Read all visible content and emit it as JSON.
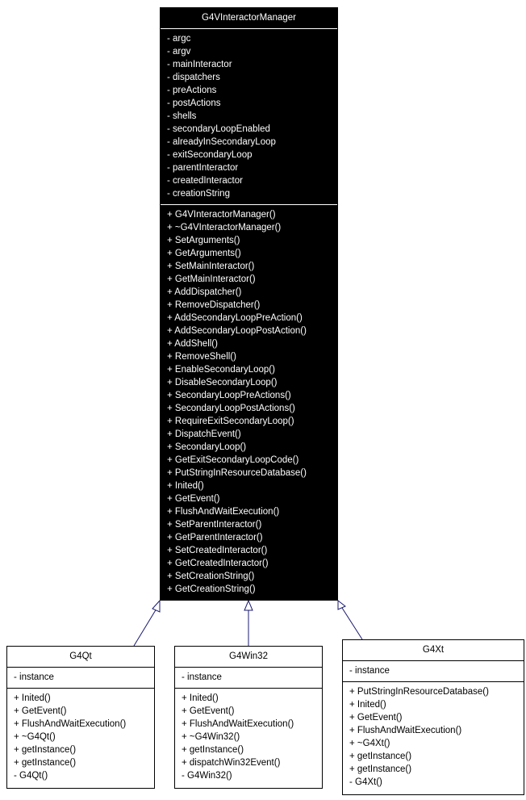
{
  "base": {
    "name": "G4VInteractorManager",
    "attributes": [
      "- argc",
      "- argv",
      "- mainInteractor",
      "- dispatchers",
      "- preActions",
      "- postActions",
      "- shells",
      "- secondaryLoopEnabled",
      "- alreadyInSecondaryLoop",
      "- exitSecondaryLoop",
      "- parentInteractor",
      "- createdInteractor",
      "- creationString"
    ],
    "methods": [
      "+ G4VInteractorManager()",
      "+ ~G4VInteractorManager()",
      "+ SetArguments()",
      "+ GetArguments()",
      "+ SetMainInteractor()",
      "+ GetMainInteractor()",
      "+ AddDispatcher()",
      "+ RemoveDispatcher()",
      "+ AddSecondaryLoopPreAction()",
      "+ AddSecondaryLoopPostAction()",
      "+ AddShell()",
      "+ RemoveShell()",
      "+ EnableSecondaryLoop()",
      "+ DisableSecondaryLoop()",
      "+ SecondaryLoopPreActions()",
      "+ SecondaryLoopPostActions()",
      "+ RequireExitSecondaryLoop()",
      "+ DispatchEvent()",
      "+ SecondaryLoop()",
      "+ GetExitSecondaryLoopCode()",
      "+ PutStringInResourceDatabase()",
      "+ Inited()",
      "+ GetEvent()",
      "+ FlushAndWaitExecution()",
      "+ SetParentInteractor()",
      "+ GetParentInteractor()",
      "+ SetCreatedInteractor()",
      "+ GetCreatedInteractor()",
      "+ SetCreationString()",
      "+ GetCreationString()"
    ]
  },
  "children": [
    {
      "name": "G4Qt",
      "attributes": [
        "- instance"
      ],
      "methods": [
        "+ Inited()",
        "+ GetEvent()",
        "+ FlushAndWaitExecution()",
        "+ ~G4Qt()",
        "+ getInstance()",
        "+ getInstance()",
        "- G4Qt()"
      ]
    },
    {
      "name": "G4Win32",
      "attributes": [
        "- instance"
      ],
      "methods": [
        "+ Inited()",
        "+ GetEvent()",
        "+ FlushAndWaitExecution()",
        "+ ~G4Win32()",
        "+ getInstance()",
        "+ dispatchWin32Event()",
        "- G4Win32()"
      ]
    },
    {
      "name": "G4Xt",
      "attributes": [
        "- instance"
      ],
      "methods": [
        "+ PutStringInResourceDatabase()",
        "+ Inited()",
        "+ GetEvent()",
        "+ FlushAndWaitExecution()",
        "+ ~G4Xt()",
        "+ getInstance()",
        "+ getInstance()",
        "- G4Xt()"
      ]
    }
  ],
  "colors": {
    "arrow": "#191970"
  }
}
